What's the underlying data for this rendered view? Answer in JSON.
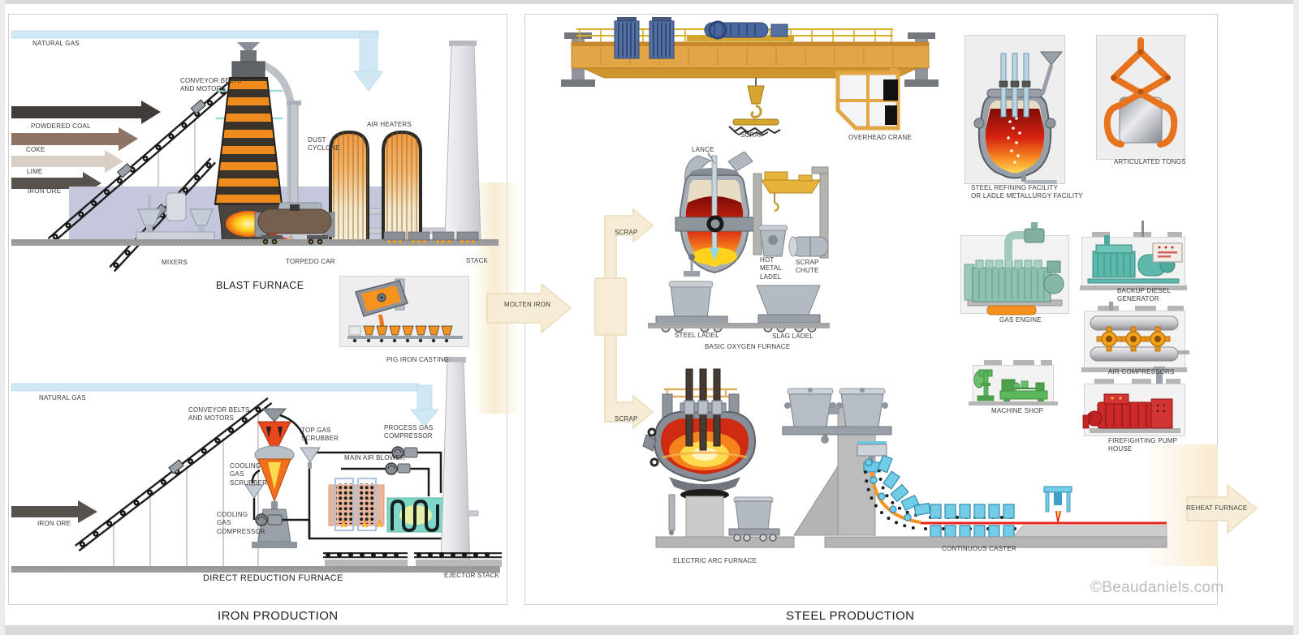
{
  "page": {
    "iron_title": "IRON PRODUCTION",
    "steel_title": "STEEL PRODUCTION",
    "copyright": "©Beaudaniels.com"
  },
  "colors": {
    "flow_arrow": "#f7edd6",
    "flow_arrow_edge": "#eadcba",
    "gas_pipe_blue": "#cfe8f3",
    "furnace_orange": "#ef8b1d",
    "molten_red": "#d62310",
    "crane_yellow": "#e2a646",
    "caster_cyan": "#74cde6",
    "machine_teal": "#5fb8ac",
    "machine_green": "#5cb85c",
    "machine_red": "#cc2a2a",
    "lavender_band": "#c5c7dc",
    "panel_border": "#cfcfcf",
    "label_text": "#3a3a3a"
  },
  "iron": {
    "natural_gas_top": "NATURAL GAS",
    "conveyor_belts_top": "CONVEYOR BELTS\nAND MOTORS",
    "powdered_coal": "POWDERED COAL",
    "coke": "COKE",
    "lime": "LIME",
    "iron_ore_top": "IRON ORE",
    "dust_cyclone": "DUST\nCYCLONE",
    "air_heaters": "AIR HEATERS",
    "mixers": "MIXERS",
    "torpedo_car": "TORPEDO CAR",
    "stack": "STACK",
    "blast_furnace": "BLAST FURNACE",
    "pig_iron_casting": "PIG IRON CASTING",
    "natural_gas_bottom": "NATURAL GAS",
    "conveyor_belts_bottom": "CONVEYOR BELTS\nAND MOTORS",
    "iron_ore_bottom": "IRON ORE",
    "top_gas_scrubber": "TOP GAS\nSCRUBBER",
    "cooling_gas_scrubber": "COOLING\nGAS\nSCRUBBER",
    "cooling_gas_compressor": "COOLING\nGAS\nCOMPRESSOR",
    "process_gas_compressor": "PROCESS GAS\nCOMPRESSOR",
    "main_air_blower": "MAIN AIR BLOWER",
    "ejector_stack": "EJECTOR STACK",
    "direct_reduction_furnace": "DIRECT REDUCTION FURNACE"
  },
  "flows": {
    "molten_iron": "MOLTEN IRON",
    "scrap_to_bof": "SCRAP",
    "scrap_to_eaf": "SCRAP",
    "reheat_furnace": "REHEAT FURNACE"
  },
  "steel": {
    "scrap_crane": "SCRAP",
    "overhead_crane": "OVERHEAD CRANE",
    "lance": "LANCE",
    "hot_metal_ladel": "HOT\nMETAL\nLADEL",
    "scrap_chute": "SCRAP\nCHUTE",
    "steel_ladel": "STEEL LADEL",
    "slag_ladel": "SLAG LADEL",
    "basic_oxygen_furnace": "BASIC OXYGEN FURNACE",
    "electric_arc_furnace": "ELECTRIC ARC FURNACE",
    "continuous_caster": "CONTINUOUS CASTER",
    "steel_refining_facility": "STEEL REFINING FACILITY\nOR LADLE METALLURGY FACILITY",
    "articulated_tongs": "ARTICULATED TONGS",
    "gas_engine": "GAS ENGINE",
    "backup_diesel_generator": "BACKUP DIESEL\nGENERATOR",
    "air_compressors": "AIR COMPRESSORS",
    "machine_shop": "MACHINE SHOP",
    "firefighting_pump_house": "FIREFIGHTING PUMP\nHOUSE"
  }
}
